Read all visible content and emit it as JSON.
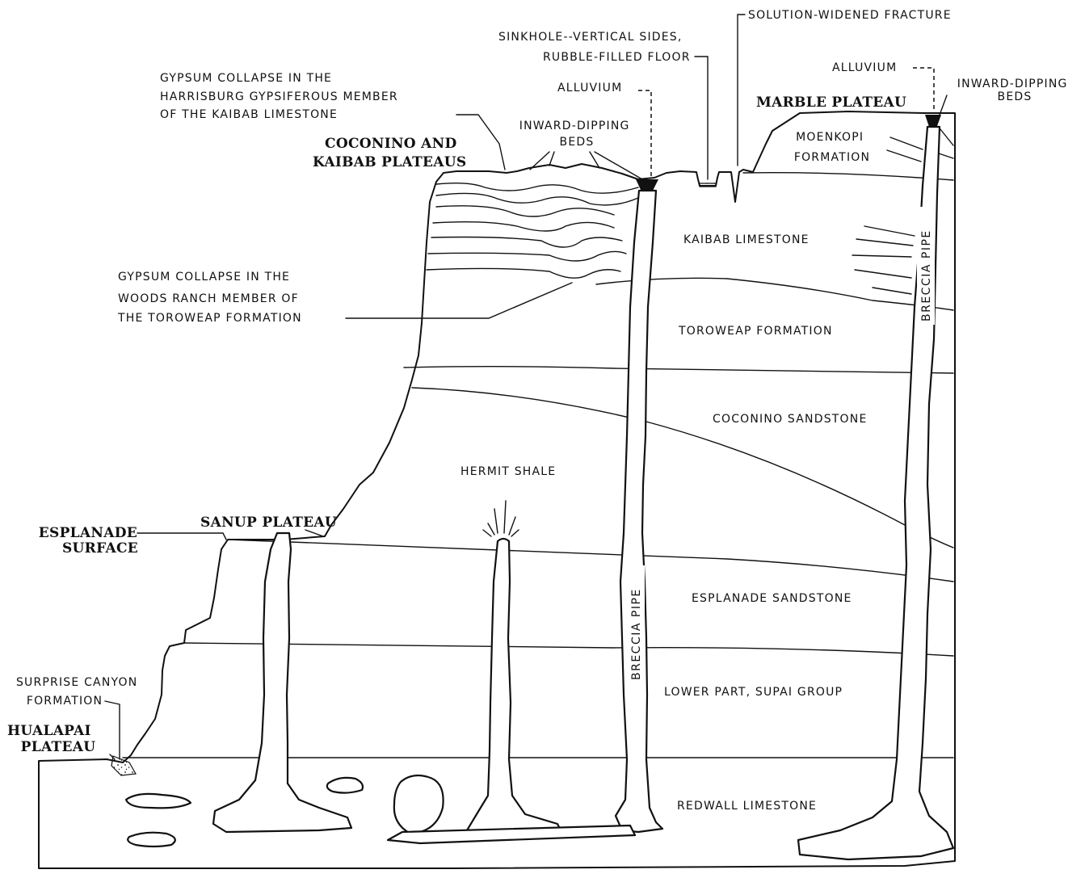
{
  "plateaus": {
    "coconino_kaibab": [
      "COCONINO AND",
      "KAIBAB PLATEAUS"
    ],
    "marble": "MARBLE PLATEAU",
    "sanup": "SANUP PLATEAU",
    "esplanade": [
      "ESPLANADE",
      "SURFACE"
    ],
    "hualapai": [
      "HUALAPAI",
      "PLATEAU"
    ]
  },
  "formations": {
    "moenkopi": [
      "MOENKOPI",
      "FORMATION"
    ],
    "kaibab": "KAIBAB LIMESTONE",
    "toroweap": "TOROWEAP FORMATION",
    "coconino": "COCONINO SANDSTONE",
    "hermit": "HERMIT SHALE",
    "esplanade": "ESPLANADE SANDSTONE",
    "supai": "LOWER PART, SUPAI GROUP",
    "redwall": "REDWALL LIMESTONE",
    "surprise_canyon": [
      "SURPRISE CANYON",
      "FORMATION"
    ]
  },
  "features": {
    "gypsum_harrisburg": [
      "GYPSUM COLLAPSE IN THE",
      "HARRISBURG GYPSIFEROUS MEMBER",
      "OF THE KAIBAB LIMESTONE"
    ],
    "gypsum_woods_ranch": [
      "GYPSUM COLLAPSE IN THE",
      "WOODS RANCH MEMBER OF",
      "THE TOROWEAP FORMATION"
    ],
    "inward_dipping_left": [
      "INWARD-DIPPING",
      "BEDS"
    ],
    "inward_dipping_right": [
      "INWARD-DIPPING",
      "BEDS"
    ],
    "alluvium_left": "ALLUVIUM",
    "alluvium_right": "ALLUVIUM",
    "sinkhole": [
      "SINKHOLE--VERTICAL SIDES,",
      "RUBBLE-FILLED FLOOR"
    ],
    "fracture": "SOLUTION-WIDENED FRACTURE",
    "breccia_pipe_center": "BRECCIA PIPE",
    "breccia_pipe_right": "BRECCIA PIPE"
  }
}
